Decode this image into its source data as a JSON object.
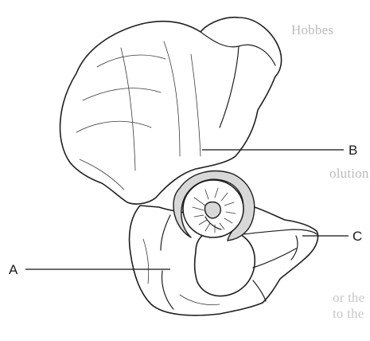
{
  "background_text": [
    "Hobbes",
    "olution",
    "or the",
    "to the"
  ],
  "labels": {
    "a": "A",
    "b": "B",
    "c": "C"
  },
  "colors": {
    "outline": "#1e1e1e",
    "shade": "#d8d8d8",
    "background": "#ffffff"
  }
}
